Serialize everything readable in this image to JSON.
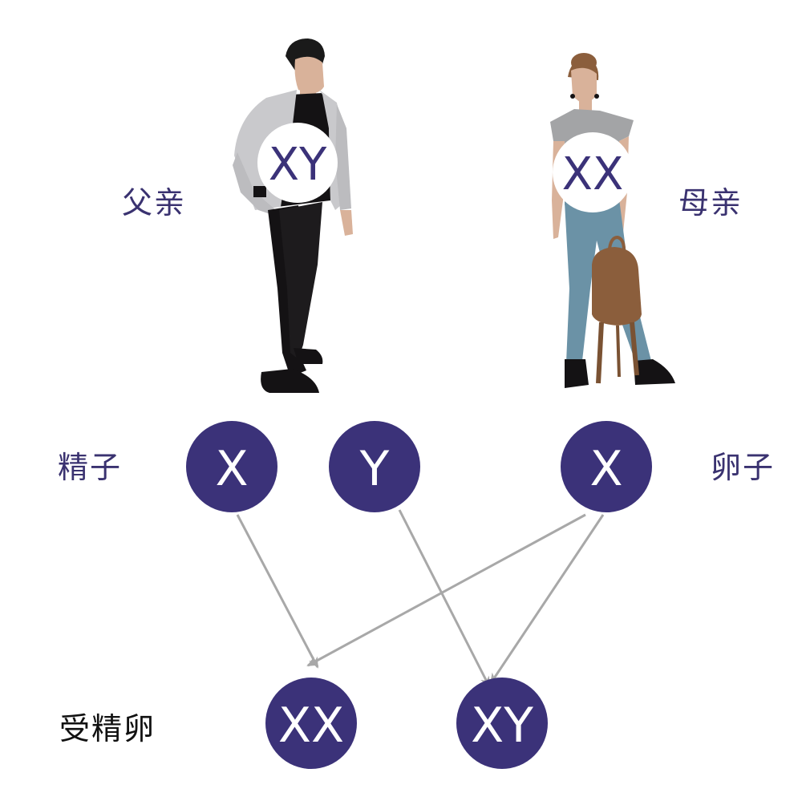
{
  "labels": {
    "father": "父亲",
    "mother": "母亲",
    "sperm": "精子",
    "egg": "卵子",
    "fertilized_egg": "受精卵"
  },
  "parents": {
    "father_chromosomes": "XY",
    "mother_chromosomes": "XX"
  },
  "gametes": {
    "sperm": [
      "X",
      "Y"
    ],
    "egg": [
      "X"
    ]
  },
  "offspring": [
    "XX",
    "XY"
  ],
  "colors": {
    "node_fill": "#3b3279",
    "label_text": "#3a3270",
    "arrow": "#a8a8a8",
    "father_jacket": "#c9c9cc",
    "father_pants": "#141214",
    "mother_top": "#a3a4a6",
    "mother_jeans": "#6b92a6",
    "bag": "#8b5e3c",
    "skin": "#d9b29a"
  },
  "icons": [
    "father-figure-icon",
    "mother-figure-icon",
    "backpack-icon"
  ]
}
